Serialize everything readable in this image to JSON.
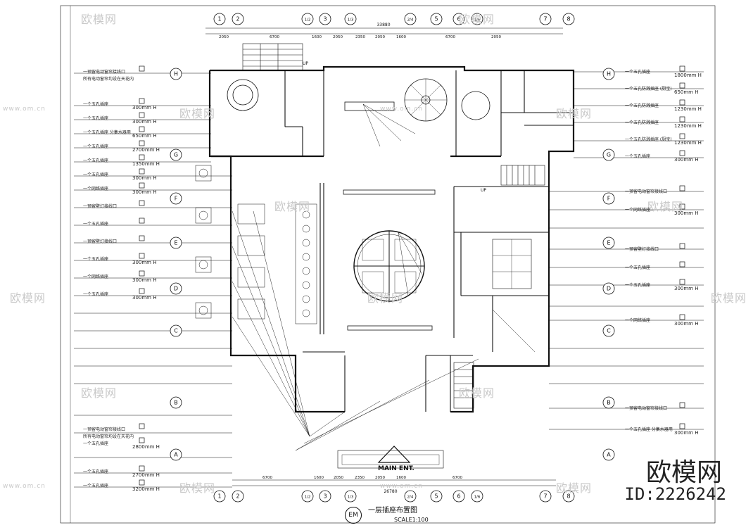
{
  "drawing": {
    "title": "一层插座布置图",
    "scale": "SCALE1:100",
    "tag": "EM",
    "entrance": "MAIN ENT.",
    "up_label": "UP"
  },
  "brand": {
    "name": "欧模网",
    "id": "ID:2226242",
    "watermark": "欧模网",
    "watermark_url": "www.om.cn"
  },
  "grid": {
    "top_axes": [
      "1",
      "2",
      "1/2",
      "3",
      "1/3",
      "2/4",
      "5",
      "6",
      "1/6",
      "7",
      "8"
    ],
    "row_axes": [
      "H",
      "G",
      "F",
      "E",
      "D",
      "C",
      "B",
      "A"
    ],
    "top_dims": [
      "2050",
      "6700",
      "1600",
      "2050",
      "2350",
      "2050",
      "1600",
      "6700",
      "2050"
    ],
    "total_top": "33880",
    "total_bottom": "26780",
    "bottom_dims": [
      "6700",
      "1600",
      "2050",
      "2350",
      "2050",
      "1600",
      "6700"
    ]
  },
  "left_notes": [
    {
      "text": "一预留电动窗帘接线口",
      "sub": "所有电动窗帘均设在天花内",
      "h": ""
    },
    {
      "text": "一个五孔插座",
      "sub": "",
      "h": "300mm H"
    },
    {
      "text": "一个五孔插座",
      "sub": "",
      "h": "300mm H"
    },
    {
      "text": "一个五孔插座 分集水器用",
      "sub": "",
      "h": "650mm H"
    },
    {
      "text": "一个五孔插座",
      "sub": "",
      "h": "2700mm H"
    },
    {
      "text": "一个五孔插座",
      "sub": "",
      "h": "1350mm H"
    },
    {
      "text": "一个五孔插座",
      "sub": "",
      "h": "300mm H"
    },
    {
      "text": "一个网络插座",
      "sub": "",
      "h": "300mm H"
    },
    {
      "text": "一预留壁灯接线口",
      "sub": "",
      "h": ""
    },
    {
      "text": "一个五孔插座",
      "sub": "",
      "h": ""
    },
    {
      "text": "一预留壁灯接线口",
      "sub": "",
      "h": ""
    },
    {
      "text": "一个五孔插座",
      "sub": "",
      "h": "300mm H"
    },
    {
      "text": "一个网络插座",
      "sub": "",
      "h": "300mm H"
    },
    {
      "text": "一个五孔插座",
      "sub": "",
      "h": "300mm H"
    },
    {
      "text": "一预留电动窗帘接线口",
      "sub": "所有电动窗帘均设在天花内",
      "h": ""
    },
    {
      "text": "一个五孔插座",
      "sub": "",
      "h": "2800mm H"
    },
    {
      "text": "一个五孔插座",
      "sub": "",
      "h": "2700mm H"
    },
    {
      "text": "一个五孔插座",
      "sub": "",
      "h": "3200mm H"
    }
  ],
  "right_notes": [
    {
      "text": "一个五孔插座",
      "h": "1800mm H"
    },
    {
      "text": "一个五孔防溅插座 (厨宝)",
      "h": "650mm H"
    },
    {
      "text": "一个五孔防溅插座",
      "h": "1230mm H"
    },
    {
      "text": "一个五孔防溅插座",
      "h": "1230mm H"
    },
    {
      "text": "一个五孔防溅插座 (厨宝)",
      "h": "1230mm H"
    },
    {
      "text": "一个五孔插座",
      "h": "300mm H"
    },
    {
      "text": "一预留电动窗帘接线口",
      "h": ""
    },
    {
      "text": "一个网络插座",
      "h": "300mm H"
    },
    {
      "text": "一预留壁灯接线口",
      "h": ""
    },
    {
      "text": "一个五孔插座",
      "h": ""
    },
    {
      "text": "一个五孔插座",
      "h": "300mm H"
    },
    {
      "text": "一个网络插座",
      "h": "300mm H"
    },
    {
      "text": "一预留电动窗帘接线口",
      "h": ""
    },
    {
      "text": "一个五孔插座 分集水器用",
      "h": "300mm H"
    }
  ]
}
